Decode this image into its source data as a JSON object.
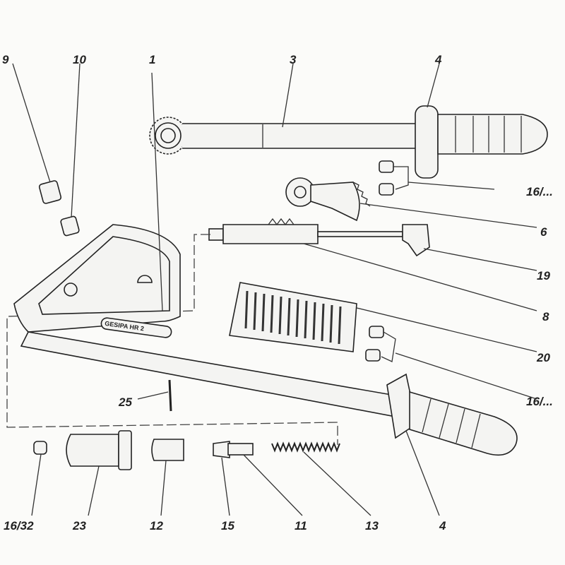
{
  "diagram": {
    "title_logo": "GESIPA HR 2",
    "labels": {
      "p9": "9",
      "p10": "10",
      "p1": "1",
      "p3": "3",
      "p4_top": "4",
      "p16_top": "16/...",
      "p6": "6",
      "p19": "19",
      "p8": "8",
      "p20": "20",
      "p16_mid": "16/...",
      "p25": "25",
      "p16_32": "16/32",
      "p23": "23",
      "p12": "12",
      "p15": "15",
      "p11": "11",
      "p13": "13",
      "p4_bottom": "4"
    }
  }
}
